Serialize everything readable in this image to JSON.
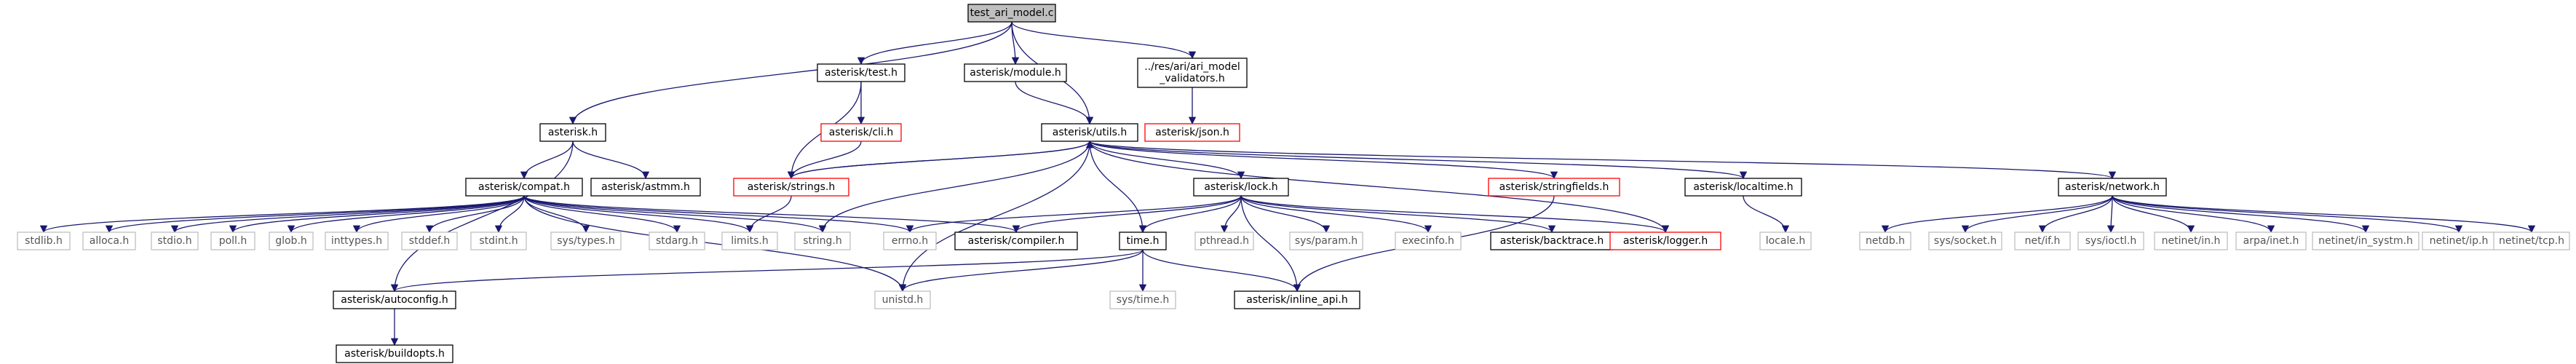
{
  "nodes": {
    "test_ari_model_c": {
      "label": "test_ari_model.c",
      "style": "root"
    },
    "asterisk_h": {
      "label": "asterisk.h",
      "style": "normal"
    },
    "asterisk_test_h": {
      "label": "asterisk/test.h",
      "style": "normal"
    },
    "asterisk_module_h": {
      "label": "asterisk/module.h",
      "style": "normal"
    },
    "ari_model_validators_h": {
      "label": "../res/ari/ari_model\n_validators.h",
      "style": "normal"
    },
    "asterisk_cli_h": {
      "label": "asterisk/cli.h",
      "style": "red"
    },
    "asterisk_json_h": {
      "label": "asterisk/json.h",
      "style": "red"
    },
    "asterisk_utils_h": {
      "label": "asterisk/utils.h",
      "style": "normal"
    },
    "asterisk_compat_h": {
      "label": "asterisk/compat.h",
      "style": "normal"
    },
    "asterisk_astmm_h": {
      "label": "asterisk/astmm.h",
      "style": "normal"
    },
    "asterisk_strings_h": {
      "label": "asterisk/strings.h",
      "style": "red"
    },
    "asterisk_lock_h": {
      "label": "asterisk/lock.h",
      "style": "normal"
    },
    "asterisk_stringfields_h": {
      "label": "asterisk/stringfields.h",
      "style": "red"
    },
    "asterisk_localtime_h": {
      "label": "asterisk/localtime.h",
      "style": "normal"
    },
    "asterisk_network_h": {
      "label": "asterisk/network.h",
      "style": "normal"
    },
    "stdlib_h": {
      "label": "stdlib.h",
      "style": "system"
    },
    "alloca_h": {
      "label": "alloca.h",
      "style": "system"
    },
    "stdio_h": {
      "label": "stdio.h",
      "style": "system"
    },
    "poll_h": {
      "label": "poll.h",
      "style": "system"
    },
    "glob_h": {
      "label": "glob.h",
      "style": "system"
    },
    "inttypes_h": {
      "label": "inttypes.h",
      "style": "system"
    },
    "stddef_h": {
      "label": "stddef.h",
      "style": "system"
    },
    "stdint_h": {
      "label": "stdint.h",
      "style": "system"
    },
    "sys_types_h": {
      "label": "sys/types.h",
      "style": "system"
    },
    "stdarg_h": {
      "label": "stdarg.h",
      "style": "system"
    },
    "limits_h": {
      "label": "limits.h",
      "style": "system"
    },
    "string_h": {
      "label": "string.h",
      "style": "system"
    },
    "errno_h": {
      "label": "errno.h",
      "style": "system"
    },
    "asterisk_compiler_h": {
      "label": "asterisk/compiler.h",
      "style": "normal"
    },
    "time_h": {
      "label": "time.h",
      "style": "normal"
    },
    "pthread_h": {
      "label": "pthread.h",
      "style": "system"
    },
    "sys_param_h": {
      "label": "sys/param.h",
      "style": "system"
    },
    "execinfo_h": {
      "label": "execinfo.h",
      "style": "system"
    },
    "asterisk_backtrace_h": {
      "label": "asterisk/backtrace.h",
      "style": "normal"
    },
    "asterisk_logger_h": {
      "label": "asterisk/logger.h",
      "style": "red"
    },
    "locale_h": {
      "label": "locale.h",
      "style": "system"
    },
    "netdb_h": {
      "label": "netdb.h",
      "style": "system"
    },
    "sys_socket_h": {
      "label": "sys/socket.h",
      "style": "system"
    },
    "net_if_h": {
      "label": "net/if.h",
      "style": "system"
    },
    "sys_ioctl_h": {
      "label": "sys/ioctl.h",
      "style": "system"
    },
    "netinet_in_h": {
      "label": "netinet/in.h",
      "style": "system"
    },
    "arpa_inet_h": {
      "label": "arpa/inet.h",
      "style": "system"
    },
    "netinet_in_systm_h": {
      "label": "netinet/in_systm.h",
      "style": "system"
    },
    "netinet_ip_h": {
      "label": "netinet/ip.h",
      "style": "system"
    },
    "netinet_tcp_h": {
      "label": "netinet/tcp.h",
      "style": "system"
    },
    "asterisk_autoconfig_h": {
      "label": "asterisk/autoconfig.h",
      "style": "normal"
    },
    "unistd_h": {
      "label": "unistd.h",
      "style": "system"
    },
    "sys_time_h": {
      "label": "sys/time.h",
      "style": "system"
    },
    "asterisk_inline_api_h": {
      "label": "asterisk/inline_api.h",
      "style": "normal"
    },
    "asterisk_buildopts_h": {
      "label": "asterisk/buildopts.h",
      "style": "normal"
    }
  },
  "edges": [
    [
      "test_ari_model_c",
      "asterisk_h"
    ],
    [
      "test_ari_model_c",
      "asterisk_test_h"
    ],
    [
      "test_ari_model_c",
      "asterisk_module_h"
    ],
    [
      "test_ari_model_c",
      "ari_model_validators_h"
    ],
    [
      "test_ari_model_c",
      "asterisk_utils_h"
    ],
    [
      "asterisk_h",
      "asterisk_compat_h"
    ],
    [
      "asterisk_h",
      "asterisk_astmm_h"
    ],
    [
      "asterisk_h",
      "asterisk_autoconfig_h"
    ],
    [
      "asterisk_test_h",
      "asterisk_cli_h"
    ],
    [
      "asterisk_test_h",
      "asterisk_strings_h"
    ],
    [
      "asterisk_cli_h",
      "asterisk_strings_h"
    ],
    [
      "asterisk_module_h",
      "asterisk_utils_h"
    ],
    [
      "ari_model_validators_h",
      "asterisk_json_h"
    ],
    [
      "asterisk_utils_h",
      "asterisk_strings_h"
    ],
    [
      "asterisk_strings_h",
      "asterisk_utils_h"
    ],
    [
      "asterisk_utils_h",
      "asterisk_lock_h"
    ],
    [
      "asterisk_utils_h",
      "asterisk_stringfields_h"
    ],
    [
      "asterisk_utils_h",
      "asterisk_localtime_h"
    ],
    [
      "asterisk_utils_h",
      "asterisk_network_h"
    ],
    [
      "asterisk_utils_h",
      "time_h"
    ],
    [
      "asterisk_utils_h",
      "unistd_h"
    ],
    [
      "asterisk_utils_h",
      "string_h"
    ],
    [
      "asterisk_utils_h",
      "asterisk_logger_h"
    ],
    [
      "asterisk_compat_h",
      "stdlib_h"
    ],
    [
      "asterisk_compat_h",
      "alloca_h"
    ],
    [
      "asterisk_compat_h",
      "stdio_h"
    ],
    [
      "asterisk_compat_h",
      "poll_h"
    ],
    [
      "asterisk_compat_h",
      "glob_h"
    ],
    [
      "asterisk_compat_h",
      "inttypes_h"
    ],
    [
      "asterisk_compat_h",
      "stddef_h"
    ],
    [
      "asterisk_compat_h",
      "stdint_h"
    ],
    [
      "asterisk_compat_h",
      "sys_types_h"
    ],
    [
      "asterisk_compat_h",
      "stdarg_h"
    ],
    [
      "asterisk_compat_h",
      "limits_h"
    ],
    [
      "asterisk_compat_h",
      "string_h"
    ],
    [
      "asterisk_compat_h",
      "errno_h"
    ],
    [
      "asterisk_compat_h",
      "asterisk_compiler_h"
    ],
    [
      "asterisk_compat_h",
      "unistd_h"
    ],
    [
      "asterisk_strings_h",
      "limits_h"
    ],
    [
      "asterisk_lock_h",
      "errno_h"
    ],
    [
      "asterisk_lock_h",
      "asterisk_compiler_h"
    ],
    [
      "asterisk_lock_h",
      "time_h"
    ],
    [
      "asterisk_lock_h",
      "pthread_h"
    ],
    [
      "asterisk_lock_h",
      "sys_param_h"
    ],
    [
      "asterisk_lock_h",
      "execinfo_h"
    ],
    [
      "asterisk_lock_h",
      "asterisk_backtrace_h"
    ],
    [
      "asterisk_lock_h",
      "asterisk_logger_h"
    ],
    [
      "asterisk_lock_h",
      "asterisk_inline_api_h"
    ],
    [
      "asterisk_stringfields_h",
      "asterisk_inline_api_h"
    ],
    [
      "asterisk_localtime_h",
      "locale_h"
    ],
    [
      "asterisk_network_h",
      "netdb_h"
    ],
    [
      "asterisk_network_h",
      "sys_socket_h"
    ],
    [
      "asterisk_network_h",
      "net_if_h"
    ],
    [
      "asterisk_network_h",
      "sys_ioctl_h"
    ],
    [
      "asterisk_network_h",
      "netinet_in_h"
    ],
    [
      "asterisk_network_h",
      "arpa_inet_h"
    ],
    [
      "asterisk_network_h",
      "netinet_in_systm_h"
    ],
    [
      "asterisk_network_h",
      "netinet_ip_h"
    ],
    [
      "asterisk_network_h",
      "netinet_tcp_h"
    ],
    [
      "time_h",
      "asterisk_autoconfig_h"
    ],
    [
      "time_h",
      "unistd_h"
    ],
    [
      "time_h",
      "sys_time_h"
    ],
    [
      "time_h",
      "asterisk_inline_api_h"
    ],
    [
      "asterisk_autoconfig_h",
      "asterisk_buildopts_h"
    ]
  ],
  "colors": {
    "edge": "#191970",
    "root_fill": "#bfbfbf",
    "normal_border": "#000000",
    "red_border": "#ff0000",
    "system_border": "#bfbfbf",
    "system_text": "#555555",
    "text": "#000000"
  }
}
